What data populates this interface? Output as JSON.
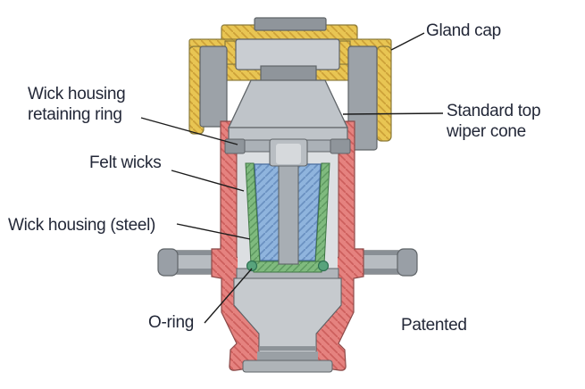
{
  "figure": {
    "labels": {
      "gland_cap": "Gland cap",
      "wick_housing_retaining_ring": "Wick housing retaining ring",
      "felt_wicks": "Felt wicks",
      "wick_housing_steel": "Wick housing (steel)",
      "o_ring": "O-ring",
      "standard_top_wiper_cone": "Standard top wiper cone",
      "patented": "Patented"
    },
    "colors": {
      "background": "#FFFFFF",
      "gland_cap_fill": "#E8C553",
      "gland_cap_hatch": "#C2952E",
      "housing_fill": "#E5827F",
      "housing_hatch": "#C4504F",
      "felt_wick_fill": "#8FB4DD",
      "felt_wick_hatch": "#5C82B5",
      "wick_housing_fill": "#7FBA7E",
      "wick_housing_hatch": "#4F8C52",
      "o_ring_fill": "#58A37C",
      "steel_light": "#C9CDD2",
      "steel_mid": "#9CA2A8",
      "steel_dark": "#8F959B",
      "outline": "#5F6468",
      "label_text": "#232838",
      "leader_line": "#1C1C1C"
    }
  }
}
